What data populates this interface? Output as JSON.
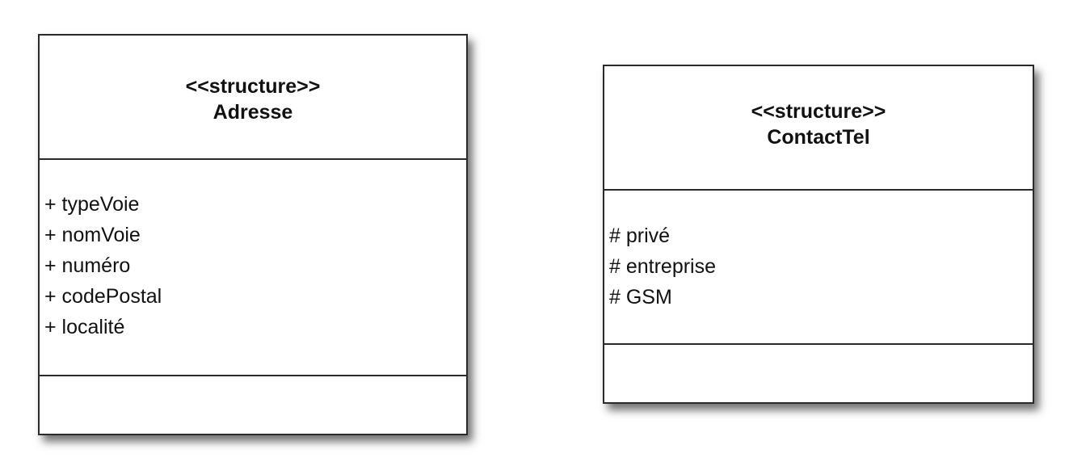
{
  "classes": {
    "adresse": {
      "stereotype": "<<structure>>",
      "name": "Adresse",
      "attributes": [
        "+ typeVoie",
        "+ nomVoie",
        "+ numéro",
        "+ codePostal",
        "+ localité"
      ],
      "operations": []
    },
    "contacttel": {
      "stereotype": "<<structure>>",
      "name": "ContactTel",
      "attributes": [
        "# privé",
        "# entreprise",
        "# GSM"
      ],
      "operations": []
    }
  }
}
